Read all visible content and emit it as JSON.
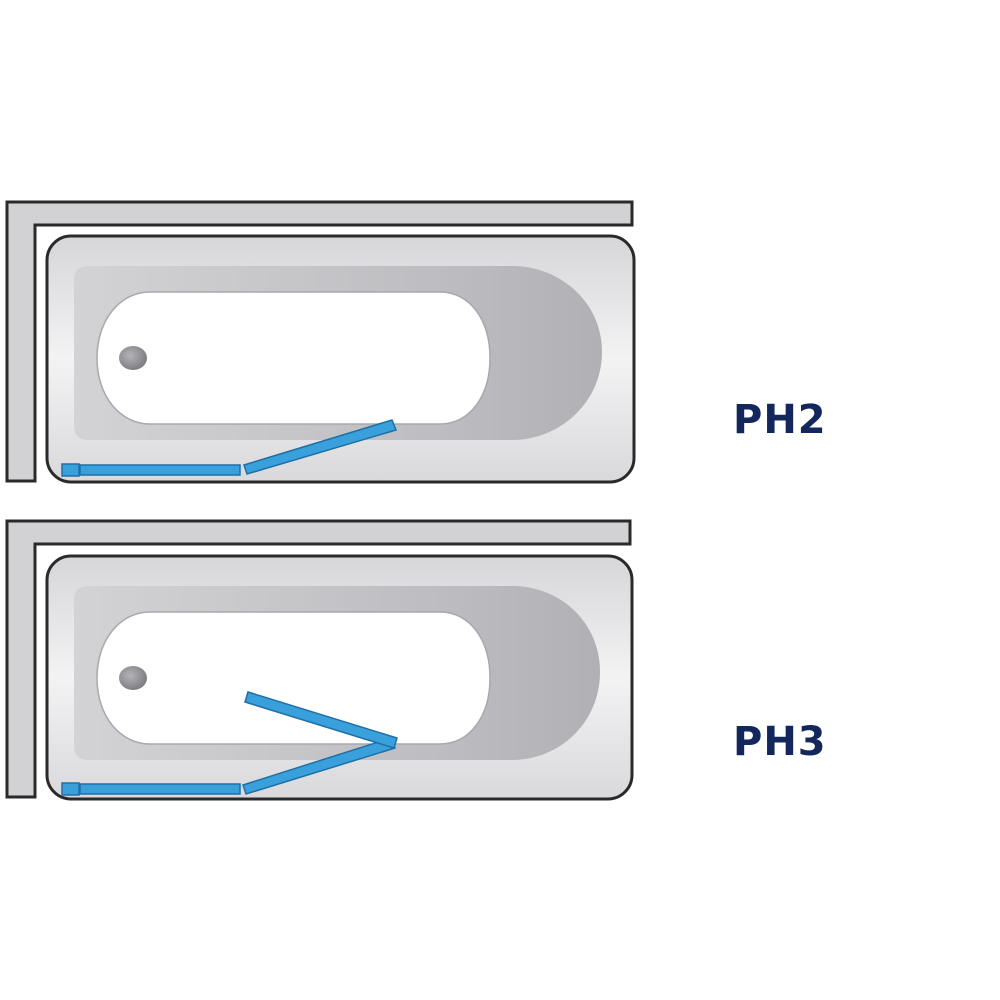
{
  "colors": {
    "background": "#ffffff",
    "wall_fill": "#d2d2d4",
    "outline": "#2a2a2a",
    "tub_rim": "#e9e9eb",
    "tub_inner": "#c2c2c6",
    "tub_basin": "#ffffff",
    "drain": "#8e8e92",
    "glass_panel": "#3aa0dc",
    "glass_edge": "#1e6fa6",
    "label_text": "#13275c"
  },
  "layouts": [
    {
      "label": "PH2",
      "panels": 2
    },
    {
      "label": "PH3",
      "panels": 3
    }
  ]
}
